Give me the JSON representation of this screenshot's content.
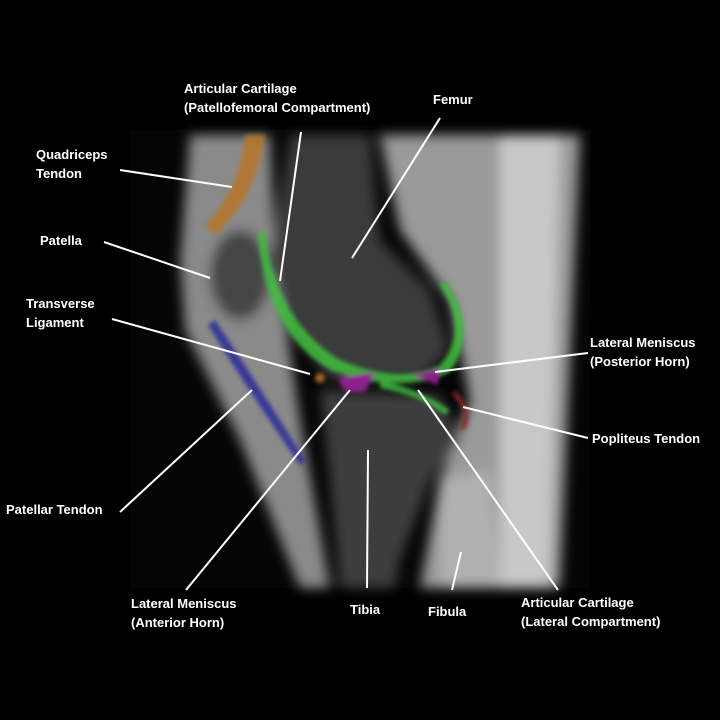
{
  "labels": {
    "quadriceps_tendon": [
      "Quadriceps",
      "Tendon"
    ],
    "patella": "Patella",
    "transverse_ligament": [
      "Transverse",
      "Ligament"
    ],
    "patellar_tendon": "Patellar Tendon",
    "articular_cartilage_pf": [
      "Articular Cartilage",
      "(Patellofemoral Compartment)"
    ],
    "femur": "Femur",
    "lateral_meniscus_posterior": [
      "Lateral Meniscus",
      "(Posterior Horn)"
    ],
    "popliteus_tendon": "Popliteus Tendon",
    "lateral_meniscus_anterior": [
      "Lateral Meniscus",
      "(Anterior Horn)"
    ],
    "tibia": "Tibia",
    "fibula": "Fibula",
    "articular_cartilage_lateral": [
      "Articular Cartilage",
      "(Lateral Compartment)"
    ]
  },
  "colors": {
    "quadriceps_tendon": "#b8762a",
    "cartilage": "#3fbf3f",
    "meniscus": "#a020a0",
    "patellar_tendon": "#2a2a9a",
    "popliteus": "#8a2a2a"
  }
}
